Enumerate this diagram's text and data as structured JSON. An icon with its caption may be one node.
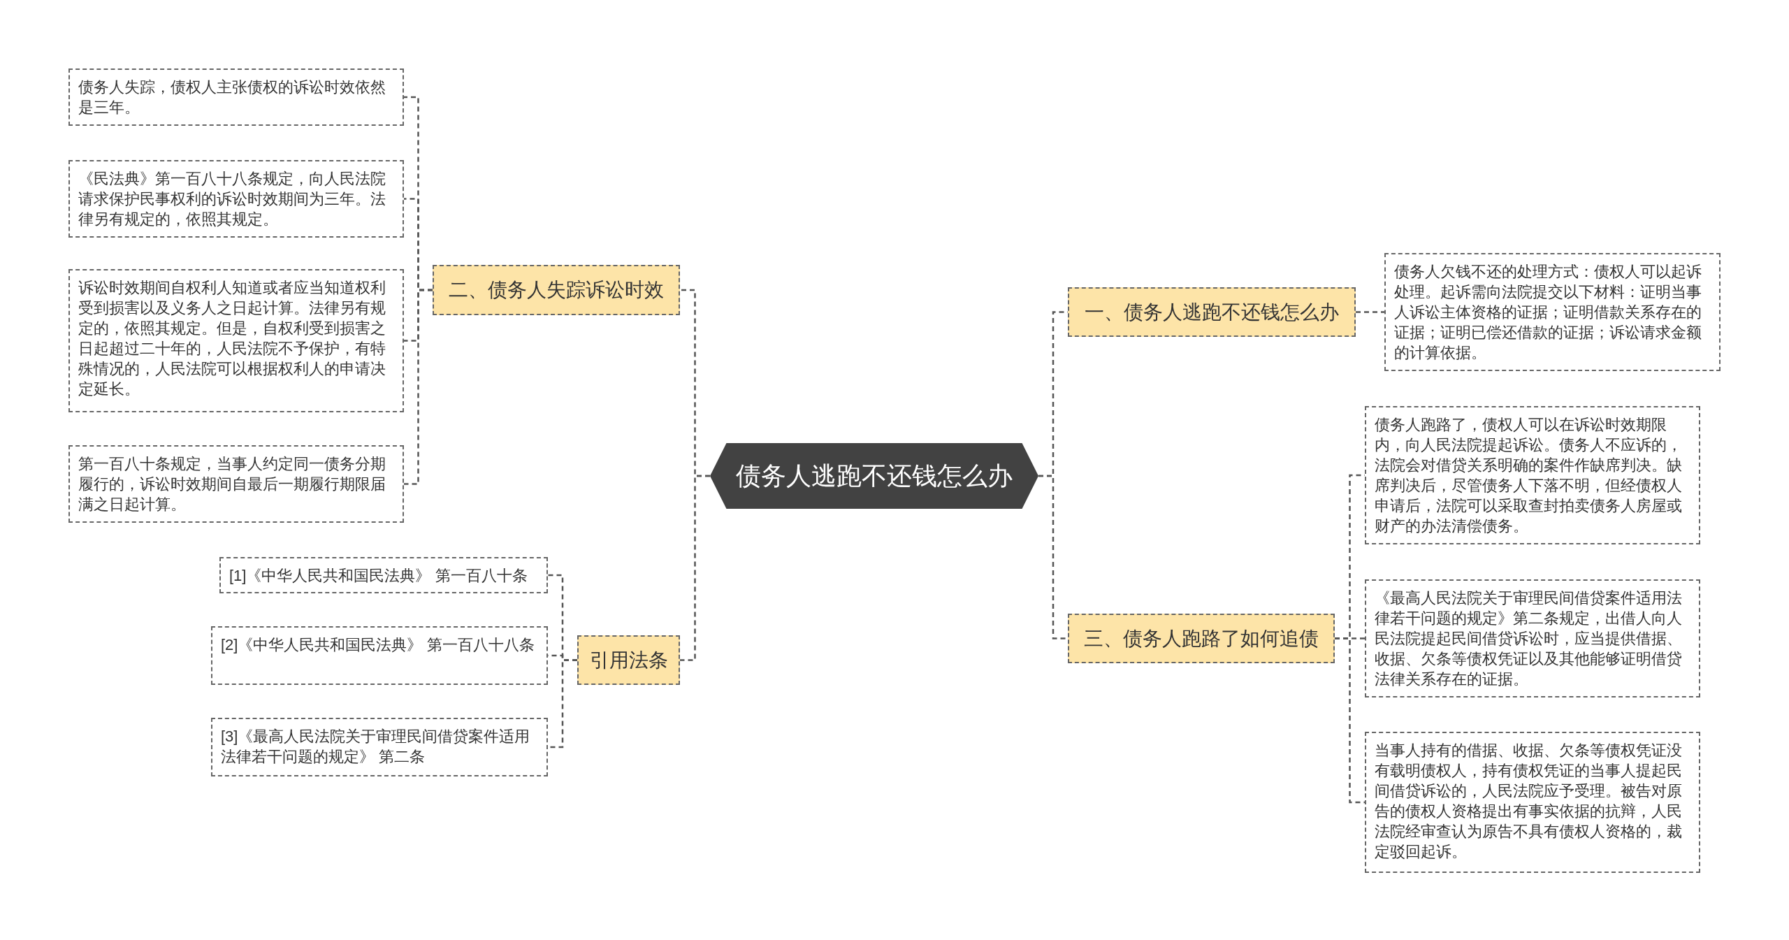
{
  "diagram": {
    "nodes": [
      {
        "text": [
          "债务人逃跑不还钱怎么办"
        ]
      },
      {
        "text": [
          "二、债务人失踪诉讼时效"
        ]
      },
      {
        "text": [
          "债务人失踪，债权人主张债权的诉讼时效依然是三年。"
        ]
      },
      {
        "text": [
          "《民法典》第一百八十八条规定，向人民法院请求保护民事权利的诉讼时效期间为三年。法律另有规定的，依照其规定。"
        ]
      },
      {
        "text": [
          "诉讼时效期间自权利人知道或者应当知道权利受到损害以及义务人之日起计算。法律另有规定的，依照其规定。但是，自权利受到损害之日起超过二十年的，人民法院不予保护，有特殊情况的，人民法院可以根据权利人的申请决定延长。"
        ]
      },
      {
        "text": [
          "第一百八十条规定，当事人约定同一债务分期履行的，诉讼时效期间自最后一期履行期限届满之日起计算。"
        ]
      },
      {
        "text": [
          "引用法条"
        ]
      },
      {
        "text": [
          "[1]《中华人民共和国民法典》 第一百八十条"
        ]
      },
      {
        "text": [
          "[2]《中华人民共和国民法典》 第一百八十八条"
        ]
      },
      {
        "text": [
          "[3]《最高人民法院关于审理民间借贷案件适用法律若干问题的规定》 第二条"
        ]
      },
      {
        "text": [
          "一、债务人逃跑不还钱怎么办"
        ]
      },
      {
        "text": [
          "债务人欠钱不还的处理方式：债权人可以起诉处理。起诉需向法院提交以下材料：证明当事人诉讼主体资格的证据；证明借款关系存在的证据；证明已偿还借款的证据；诉讼请求金额的计算依据。"
        ]
      },
      {
        "text": [
          "三、债务人跑路了如何追债"
        ]
      },
      {
        "text": [
          "债务人跑路了，债权人可以在诉讼时效期限内，向人民法院提起诉讼。债务人不应诉的，法院会对借贷关系明确的案件作缺席判决。缺席判决后，尽管债务人下落不明，但经债权人申请后，法院可以采取查封拍卖债务人房屋或财产的办法清偿债务。"
        ]
      },
      {
        "text": [
          "《最高人民法院关于审理民间借贷案件适用法律若干问题的规定》第二条规定，出借人向人民法院提起民间借贷诉讼时，应当提供借据、收据、欠条等债权凭证以及其他能够证明借贷法律关系存在的证据。"
        ]
      },
      {
        "text": [
          "当事人持有的借据、收据、欠条等债权凭证没有载明债权人，持有债权凭证的当事人提起民间借贷诉讼的，人民法院应予受理。被告对原告的债权人资格提出有事实依据的抗辩，人民法院经审查认为原告不具有债权人资格的，裁定驳回起诉。"
        ]
      }
    ],
    "edges": [
      {
        "from": 0,
        "to": 1,
        "arrow": "none"
      },
      {
        "from": 1,
        "to": 2,
        "arrow": "none"
      },
      {
        "from": 1,
        "to": 3,
        "arrow": "none"
      },
      {
        "from": 1,
        "to": 4,
        "arrow": "none"
      },
      {
        "from": 1,
        "to": 5,
        "arrow": "none"
      },
      {
        "from": 0,
        "to": 6,
        "arrow": "none"
      },
      {
        "from": 6,
        "to": 7,
        "arrow": "none"
      },
      {
        "from": 6,
        "to": 8,
        "arrow": "none"
      },
      {
        "from": 6,
        "to": 9,
        "arrow": "none"
      },
      {
        "from": 0,
        "to": 10,
        "arrow": "none"
      },
      {
        "from": 10,
        "to": 11,
        "arrow": "none"
      },
      {
        "from": 0,
        "to": 12,
        "arrow": "none"
      },
      {
        "from": 12,
        "to": 13,
        "arrow": "none"
      },
      {
        "from": 12,
        "to": 14,
        "arrow": "none"
      },
      {
        "from": 12,
        "to": 15,
        "arrow": "none"
      }
    ]
  }
}
